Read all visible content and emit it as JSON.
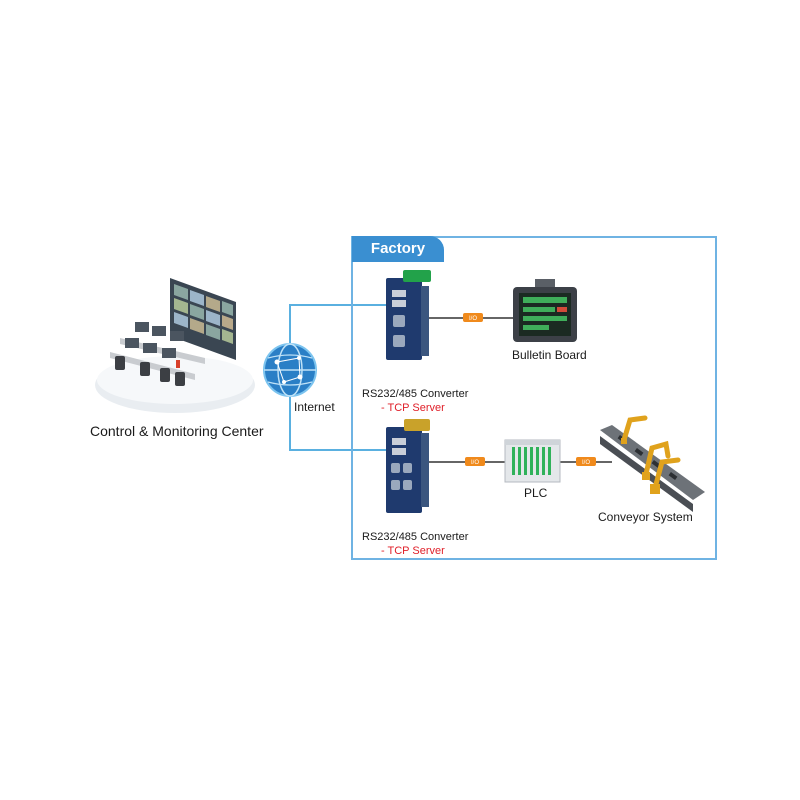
{
  "factory": {
    "title": "Factory"
  },
  "nodes": {
    "control_center": {
      "label": "Control & Monitoring Center",
      "icon": "control-room-icon"
    },
    "internet": {
      "label": "Internet",
      "icon": "globe-icon"
    },
    "converter_top": {
      "label": "RS232/485 Converter",
      "sublabel": "- TCP Server",
      "icon": "serial-converter-icon"
    },
    "converter_bottom": {
      "label": "RS232/485 Converter",
      "sublabel": "- TCP Server",
      "icon": "serial-converter-icon"
    },
    "bulletin_board": {
      "label": "Bulletin Board",
      "icon": "display-panel-icon"
    },
    "plc": {
      "label": "PLC",
      "icon": "plc-rack-icon"
    },
    "conveyor": {
      "label": "Conveyor System",
      "icon": "conveyor-robot-icon"
    }
  },
  "links": [
    {
      "from": "converter_top",
      "to": "bulletin_board",
      "tag": "I/O"
    },
    {
      "from": "converter_bottom",
      "to": "plc",
      "tag": "I/O"
    },
    {
      "from": "plc",
      "to": "conveyor",
      "tag": "I/O"
    }
  ],
  "colors": {
    "network_line": "#5ab0e0",
    "io_line": "#333333",
    "io_tag": "#f08a1c",
    "factory_frame": "#6fb3e3",
    "tcp_text": "#e0202a"
  }
}
